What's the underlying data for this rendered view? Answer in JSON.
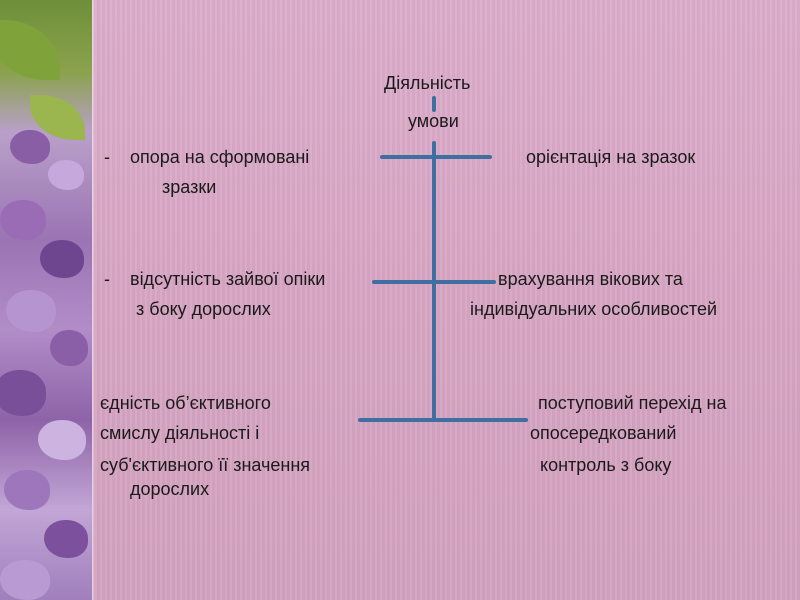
{
  "title": "Діяльність",
  "subtitle": "умови",
  "left": {
    "item1_dash": "-",
    "item1_line1": "опора на сформовані",
    "item1_line2": "зразки",
    "item2_dash": "-",
    "item2_line1": "відсутність зайвої опіки",
    "item2_line2": "з боку дорослих",
    "item3_line1": "єдність об’єктивного",
    "item3_line2": "смислу діяльності і",
    "item3_line3": "суб'єктивного  її значення",
    "item3_line4": "дорослих"
  },
  "right": {
    "item1_line1": "орієнтація на зразок",
    "item2_line1": "врахування вікових та",
    "item2_line2": "індивідуальних особливостей",
    "item3_line1": "поступовий перехід на",
    "item3_line2": "опосередкований",
    "item3_line3": "контроль з боку"
  },
  "colors": {
    "connector": "#3f6fa0",
    "background": "#d7a9c4",
    "text": "#1a1a1a"
  }
}
